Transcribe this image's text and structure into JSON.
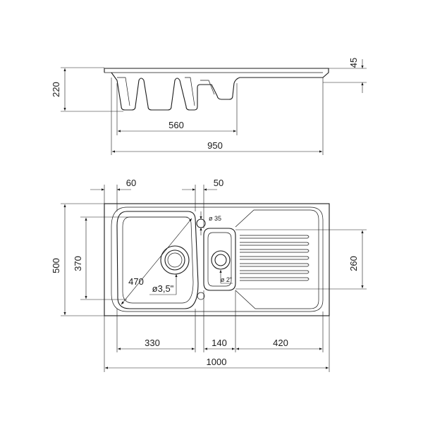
{
  "side_view": {
    "height_label": "220",
    "rim_label": "45",
    "width_inner_label": "560",
    "width_total_label": "950"
  },
  "top_view": {
    "offset_left_label": "60",
    "gap_label": "50",
    "depth_label": "500",
    "bowl_depth_label": "370",
    "small_bowl_depth_label": "260",
    "diagonal_label": "470",
    "drain_large_label": "ø3,5\"",
    "drain_small_label": "ø 2\"",
    "tap_hole_label": "ø 35",
    "bowl_width_label": "330",
    "small_bowl_width_label": "140",
    "drainer_width_label": "420",
    "total_width_label": "1000"
  }
}
